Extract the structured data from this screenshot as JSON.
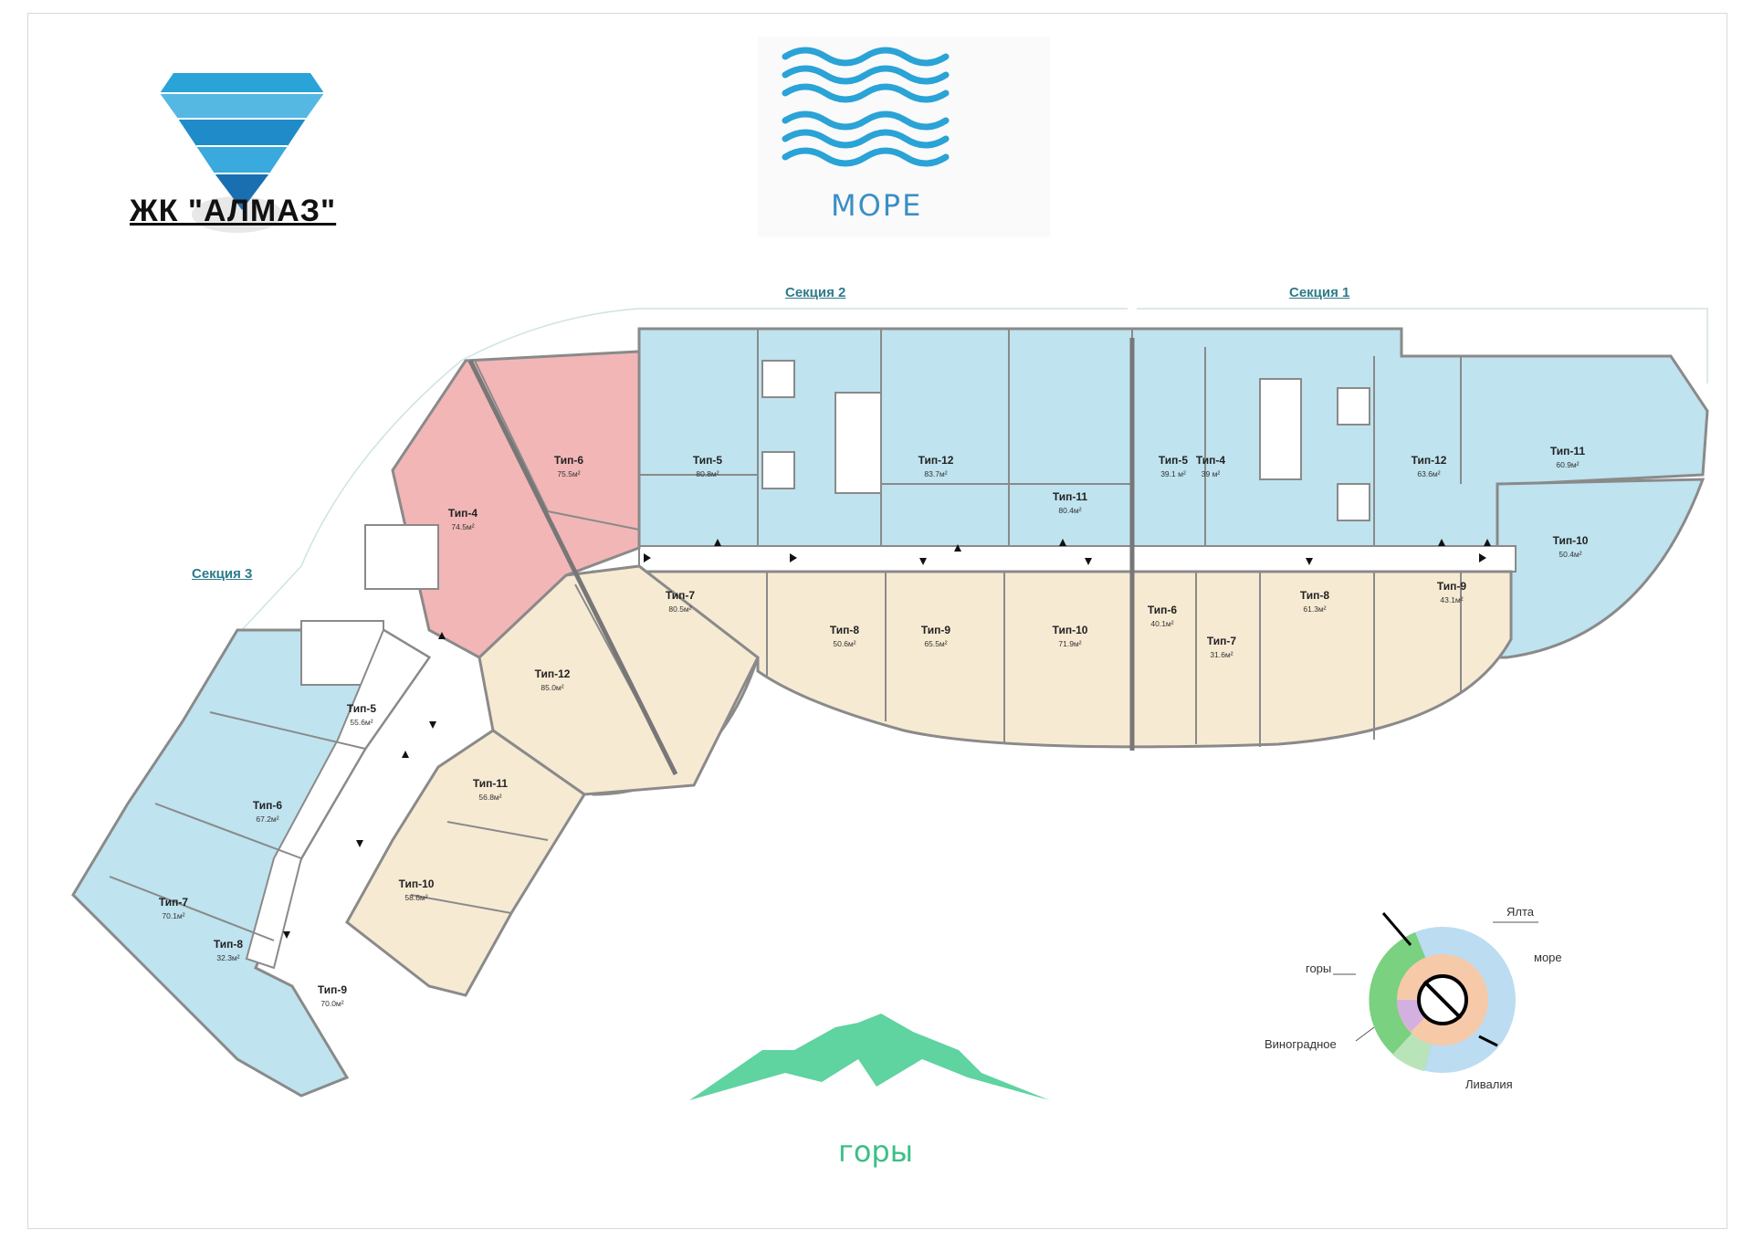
{
  "brand": {
    "title": "ЖК \"АЛМАЗ\""
  },
  "sea": {
    "label": "МОРЕ"
  },
  "mountains": {
    "label": "горы"
  },
  "sections": {
    "s1": "Секция 1",
    "s2": "Секция 2",
    "s3": "Секция 3"
  },
  "apartments": [
    {
      "type": "Тип-6",
      "area": "75.5м²",
      "color": "pink"
    },
    {
      "type": "Тип-4",
      "area": "74.5м²",
      "color": "pink"
    },
    {
      "type": "Тип-5",
      "area": "80.8м²",
      "color": "blue"
    },
    {
      "type": "Тип-12",
      "area": "83.7м²",
      "color": "blue"
    },
    {
      "type": "Тип-11",
      "area": "80.4м²",
      "color": "blue"
    },
    {
      "type": "Тип-5",
      "area": "39.1 м²",
      "color": "blue"
    },
    {
      "type": "Тип-4",
      "area": "39 м²",
      "color": "blue"
    },
    {
      "type": "Тип-12",
      "area": "63.6м²",
      "color": "blue"
    },
    {
      "type": "Тип-11",
      "area": "60.9м²",
      "color": "blue"
    },
    {
      "type": "Тип-10",
      "area": "50.4м²",
      "color": "blue"
    },
    {
      "type": "Тип-7",
      "area": "80.5м²",
      "color": "beige"
    },
    {
      "type": "Тип-8",
      "area": "50.6м²",
      "color": "beige"
    },
    {
      "type": "Тип-9",
      "area": "65.5м²",
      "color": "beige"
    },
    {
      "type": "Тип-10",
      "area": "71.9м²",
      "color": "beige"
    },
    {
      "type": "Тип-6",
      "area": "40.1м²",
      "color": "beige"
    },
    {
      "type": "Тип-7",
      "area": "31.6м²",
      "color": "beige"
    },
    {
      "type": "Тип-8",
      "area": "61.3м²",
      "color": "beige"
    },
    {
      "type": "Тип-9",
      "area": "43.1м²",
      "color": "beige"
    },
    {
      "type": "Тип-12",
      "area": "85.0м²",
      "color": "beige"
    },
    {
      "type": "Тип-11",
      "area": "56.8м²",
      "color": "beige"
    },
    {
      "type": "Тип-10",
      "area": "58.6м²",
      "color": "beige"
    },
    {
      "type": "Тип-5",
      "area": "55.6м²",
      "color": "blue"
    },
    {
      "type": "Тип-6",
      "area": "67.2м²",
      "color": "blue"
    },
    {
      "type": "Тип-7",
      "area": "70.1м²",
      "color": "blue"
    },
    {
      "type": "Тип-8",
      "area": "32.3м²",
      "color": "blue"
    },
    {
      "type": "Тип-9",
      "area": "70.0м²",
      "color": "blue"
    }
  ],
  "compass": {
    "labels": [
      "Ялта",
      "море",
      "горы",
      "Виноградное",
      "Ливалия"
    ]
  },
  "colors": {
    "blue": "#bfe3ef",
    "pink": "#f2b6b6",
    "beige": "#f7ead3",
    "wall": "#8a8a8a",
    "sea": "#3a8fc5",
    "mountain": "#5fd3a0"
  }
}
